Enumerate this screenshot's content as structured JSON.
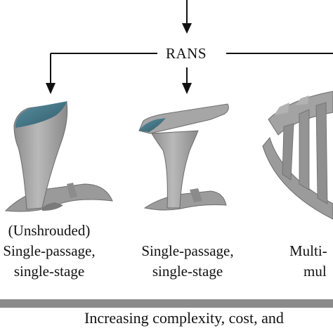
{
  "diagram": {
    "method_label": "RANS",
    "configurations": [
      {
        "lines": [
          "(Unshrouded)",
          "Single-passage,",
          "single-stage"
        ]
      },
      {
        "lines": [
          "Single-passage,",
          "single-stage"
        ]
      },
      {
        "lines": [
          "Multi-",
          "mul"
        ]
      }
    ],
    "footer_text": "Increasing complexity, cost, and"
  },
  "colors": {
    "line": "#111111",
    "blade_body": "#a8a8a8",
    "blade_shadow": "#7c7c7c",
    "blade_tip": "#3d6f80",
    "progress_bar": "#8a8a8a"
  }
}
